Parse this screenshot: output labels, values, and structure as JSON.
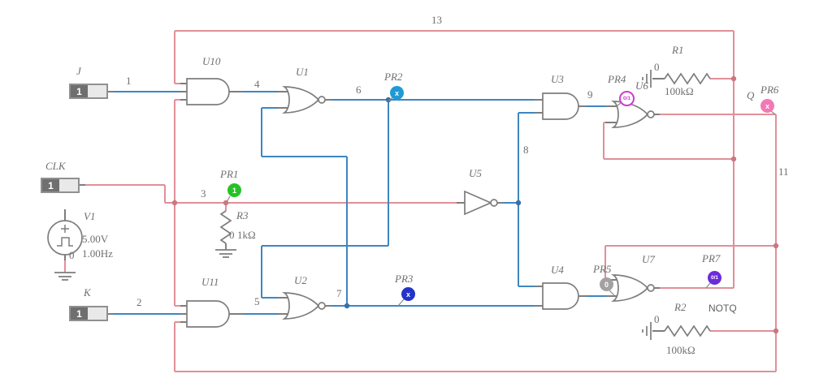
{
  "schematic": {
    "switches": {
      "j": {
        "label": "J",
        "value": "1"
      },
      "clk": {
        "label": "CLK",
        "value": "1"
      },
      "k": {
        "label": "K",
        "value": "1"
      }
    },
    "source_v1": {
      "ref": "V1",
      "voltage": "5.00V",
      "frequency": "1.00Hz",
      "node": "0"
    },
    "gates": {
      "u1": "U1",
      "u2": "U2",
      "u3": "U3",
      "u4": "U4",
      "u5": "U5",
      "u6": "U6",
      "u7": "U7",
      "u10": "U10",
      "u11": "U11"
    },
    "resistors": {
      "r1": {
        "ref": "R1",
        "value": "100kΩ",
        "node": "0"
      },
      "r2": {
        "ref": "R2",
        "value": "100kΩ",
        "node": "0"
      },
      "r3": {
        "ref": "R3",
        "value": "1kΩ",
        "node": "0"
      }
    },
    "probes": {
      "pr1": {
        "ref": "PR1",
        "value": "1",
        "color": "#25c225"
      },
      "pr2": {
        "ref": "PR2",
        "value": "x",
        "color": "#1f9ad6"
      },
      "pr3": {
        "ref": "PR3",
        "value": "x",
        "color": "#2433c9"
      },
      "pr4": {
        "ref": "PR4",
        "value": "0/1",
        "color": "#d437d4"
      },
      "pr5": {
        "ref": "PR5",
        "value": "0",
        "color": "#a2a2a2"
      },
      "pr6": {
        "ref": "PR6",
        "value": "x",
        "color": "#f279b5"
      },
      "pr7": {
        "ref": "PR7",
        "value": "0/1",
        "color": "#6c2bd9"
      }
    },
    "nets": {
      "n1": "1",
      "n2": "2",
      "n3": "3",
      "n4": "4",
      "n5": "5",
      "n6": "6",
      "n7": "7",
      "n8": "8",
      "n9": "9",
      "n11": "11",
      "n13": "13"
    },
    "net_names": {
      "q": "Q",
      "notq": "NOTQ"
    },
    "colors": {
      "digital_wire": "#3e86c1",
      "analog_wire": "#e09098",
      "outline": "#7d7d7d",
      "text": "#6f6f6f"
    }
  }
}
